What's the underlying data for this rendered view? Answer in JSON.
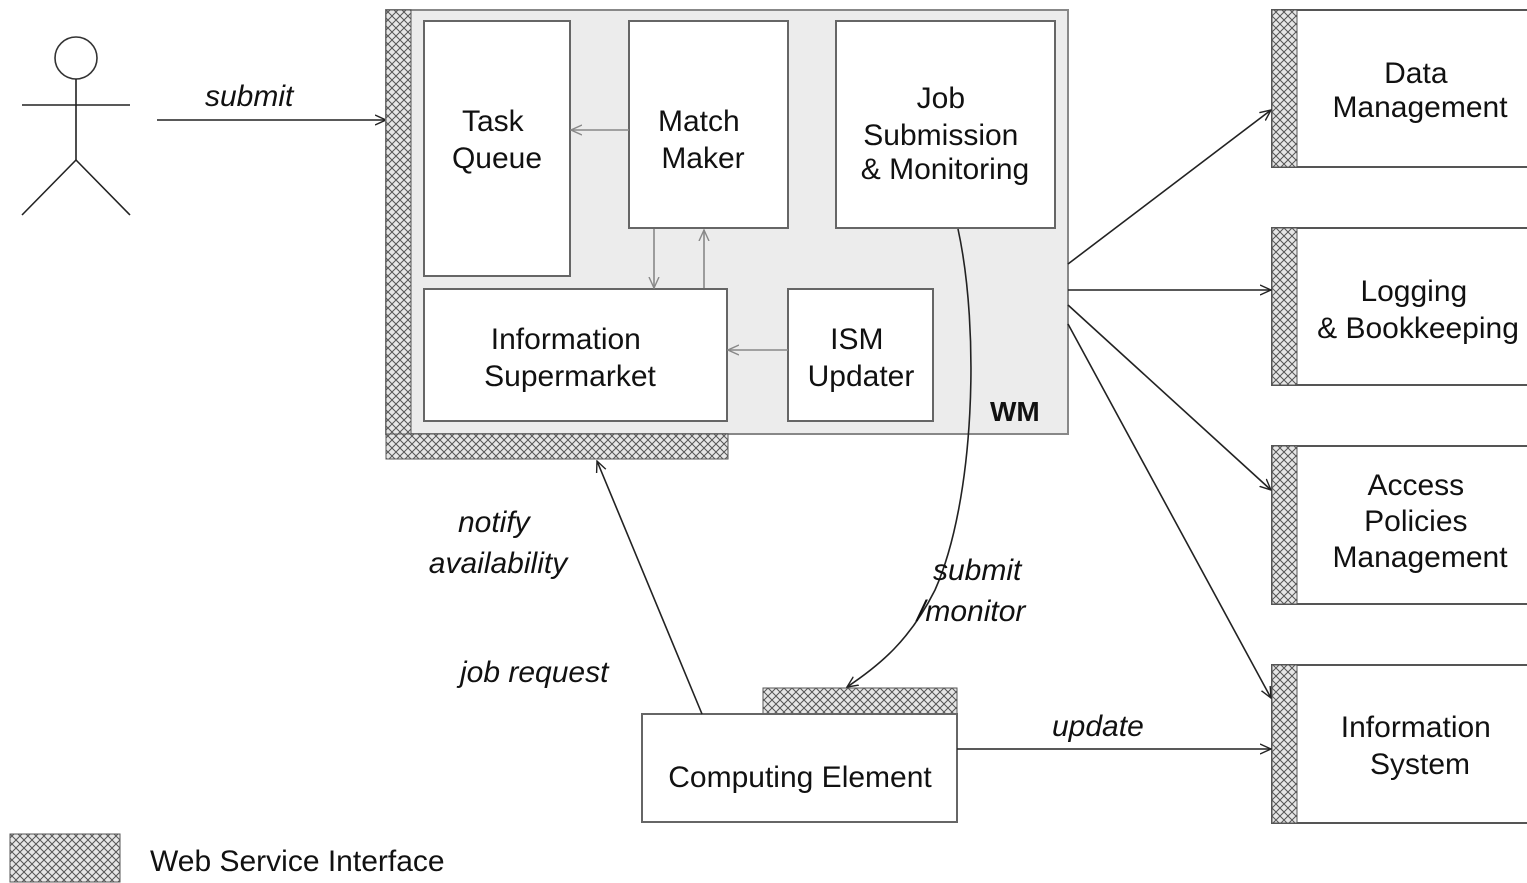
{
  "actor_label": "submit",
  "wm": {
    "label": "WM",
    "task_queue": [
      "Task",
      "Queue"
    ],
    "match_maker": [
      "Match",
      "Maker"
    ],
    "job_submission": [
      "Job",
      "Submission",
      "& Monitoring"
    ],
    "information_supermarket": [
      "Information",
      "Supermarket"
    ],
    "ism_updater": [
      "ISM",
      "Updater"
    ]
  },
  "services": {
    "data_management": [
      "Data",
      "Management"
    ],
    "logging": [
      "Logging",
      "& Bookkeeping"
    ],
    "access_policies": [
      "Access",
      "Policies",
      "Management"
    ],
    "information_system": [
      "Information",
      "System"
    ]
  },
  "computing_element": "Computing Element",
  "edge_labels": {
    "notify": [
      "notify",
      "availability"
    ],
    "job_request": "job request",
    "submit_monitor": [
      "submit",
      "/monitor"
    ],
    "update": "update"
  },
  "legend": {
    "label": "Web Service Interface"
  },
  "colors": {
    "wm_background": "#ececec",
    "hatch": "#555555"
  }
}
